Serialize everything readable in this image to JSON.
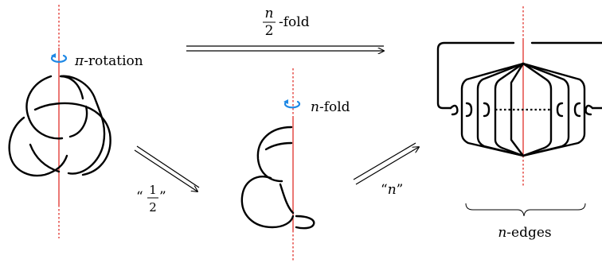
{
  "labels": {
    "pi_prefix": "π",
    "rotation": "-rotation",
    "n_fold_n": "n",
    "n_fold_text": "-fold",
    "top_frac_num": "n",
    "top_frac_den": "2",
    "top_fold": "-fold",
    "half_open_quote": "“",
    "half_num": "1",
    "half_den": "2",
    "half_close_quote": "”",
    "n_quote_open": "“",
    "n_quote_n": "n",
    "n_quote_close": "”",
    "edges_n": "n",
    "edges_text": "-edges"
  },
  "colors": {
    "axis": "#e0302a",
    "rotation_symbol": "#1e88e5",
    "strands": "#000000"
  }
}
